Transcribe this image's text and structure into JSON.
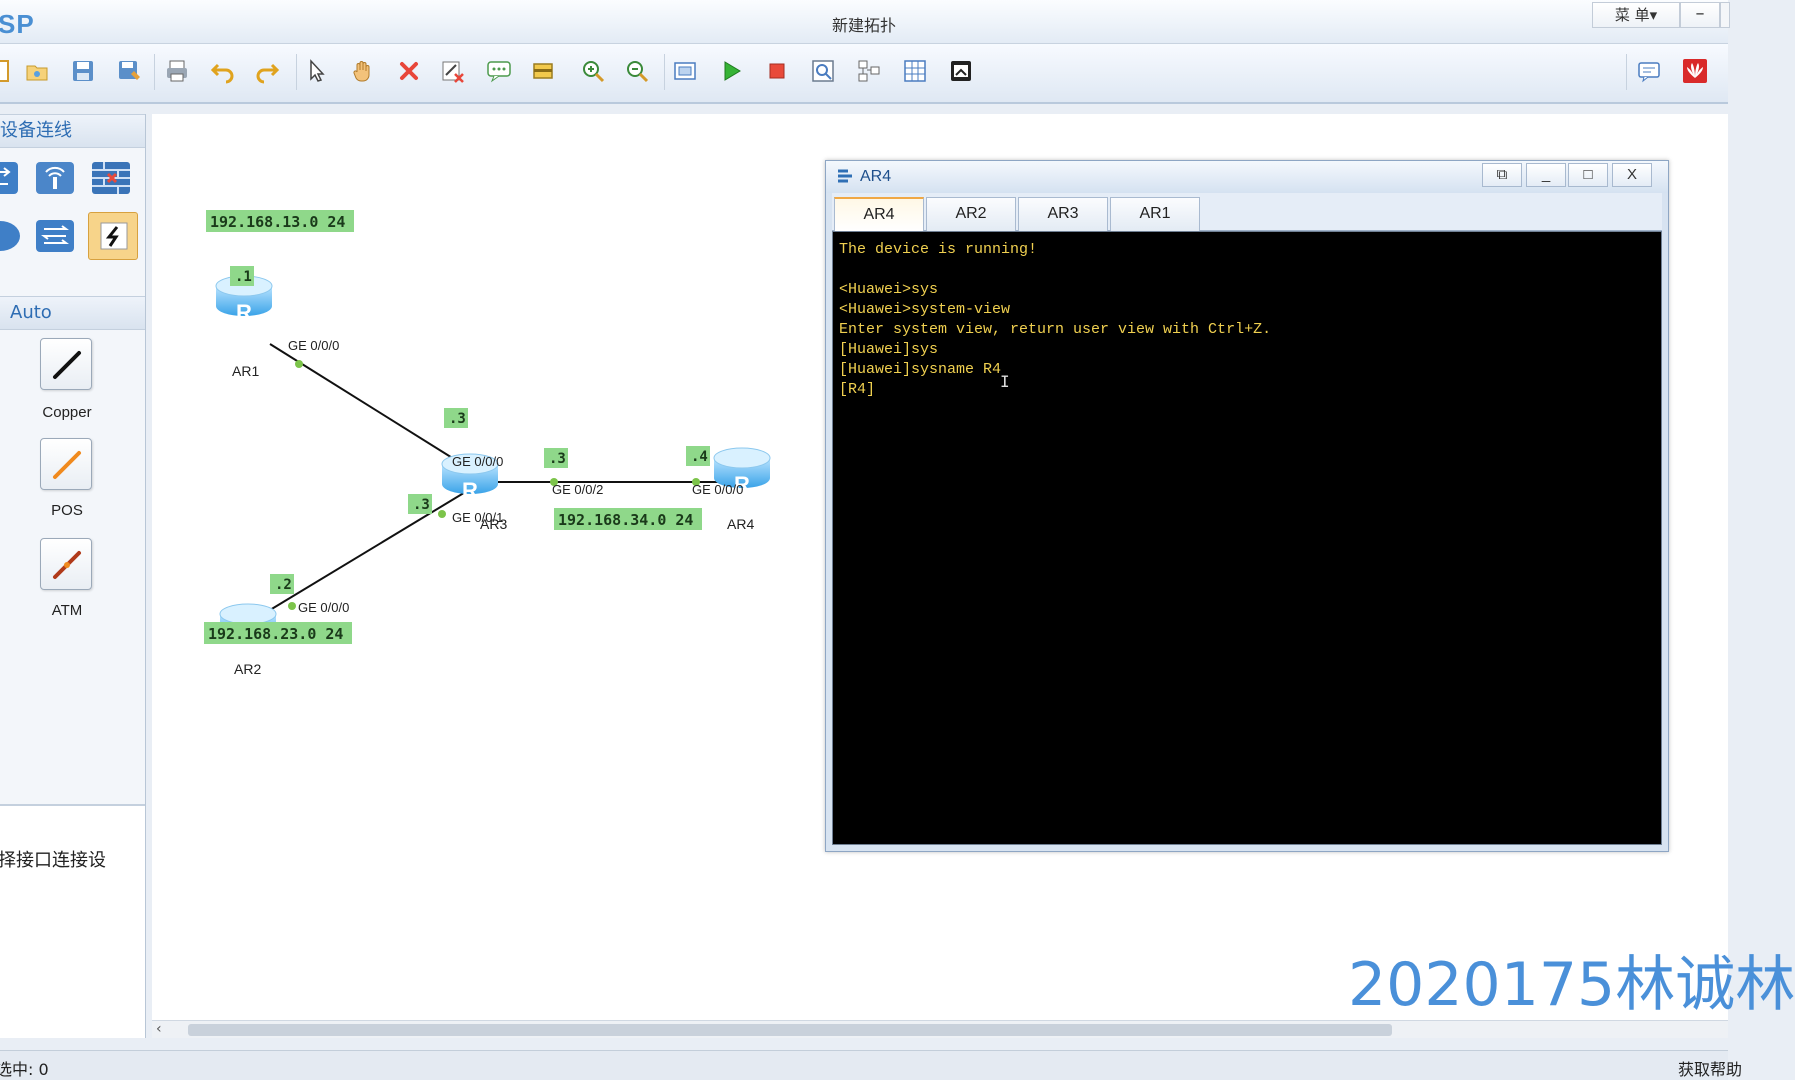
{
  "app": {
    "logo": "SP",
    "title": "新建拓扑",
    "menu_label": "菜 单▾",
    "minimize_label": "–"
  },
  "left_panel": {
    "devices_header": "设备连线",
    "cable_header": "Auto",
    "cables": [
      {
        "label": "Copper",
        "color": "#111111"
      },
      {
        "label": "POS",
        "color": "#f08a1e"
      },
      {
        "label": "ATM",
        "color": "#b03a1a"
      }
    ],
    "description": "择接口连接设"
  },
  "topology": {
    "routers": [
      {
        "name": "AR1",
        "badge": "R"
      },
      {
        "name": "AR2",
        "badge": "R"
      },
      {
        "name": "AR3",
        "badge": "R"
      },
      {
        "name": "AR4",
        "badge": "R"
      }
    ],
    "interfaces": [
      "GE 0/0/0",
      "GE 0/0/0",
      "GE 0/0/0",
      "GE 0/0/1",
      "GE 0/0/2",
      "GE 0/0/0"
    ],
    "host_tags": [
      ".1",
      ".3",
      ".3",
      ".2",
      ".3",
      ".4"
    ],
    "networks": [
      "192.168.13.0 24",
      "192.168.23.0 24",
      "192.168.34.0 24"
    ],
    "tag_color": "#8fd88a"
  },
  "terminal": {
    "title": "AR4",
    "tabs": [
      "AR4",
      "AR2",
      "AR3",
      "AR1"
    ],
    "active_tab": "AR4",
    "buttons": {
      "restore": "⧉",
      "minimize": "_",
      "maximize": "□",
      "close": "X"
    },
    "lines": [
      "The device is running!",
      "",
      "<Huawei>sys",
      "<Huawei>system-view",
      "Enter system view, return user view with Ctrl+Z.",
      "[Huawei]sys",
      "[Huawei]sysname R4",
      "[R4]"
    ],
    "text_color": "#f0d050"
  },
  "status": {
    "left": "选中: 0",
    "right": "获取帮助"
  },
  "scroll": {
    "left_arrow": "‹"
  },
  "watermark": "2020175林诚林"
}
